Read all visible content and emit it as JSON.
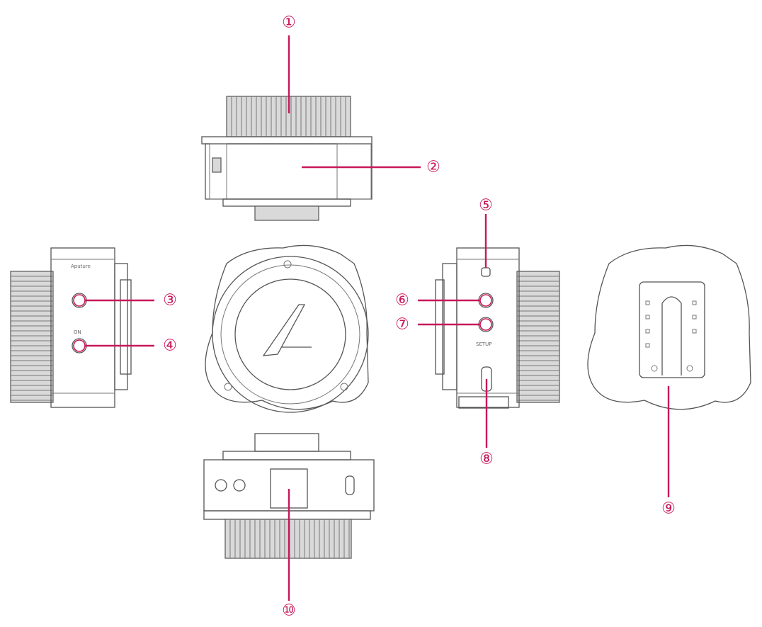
{
  "callouts": [
    {
      "id": 1,
      "label": "①"
    },
    {
      "id": 2,
      "label": "②"
    },
    {
      "id": 3,
      "label": "③"
    },
    {
      "id": 4,
      "label": "④"
    },
    {
      "id": 5,
      "label": "⑤"
    },
    {
      "id": 6,
      "label": "⑥"
    },
    {
      "id": 7,
      "label": "⑦"
    },
    {
      "id": 8,
      "label": "⑧"
    },
    {
      "id": 9,
      "label": "⑨"
    },
    {
      "id": 10,
      "label": "⑩"
    }
  ],
  "brand_mark": "Aputure",
  "accent_color": "#c8185a",
  "line_color": "#555555"
}
